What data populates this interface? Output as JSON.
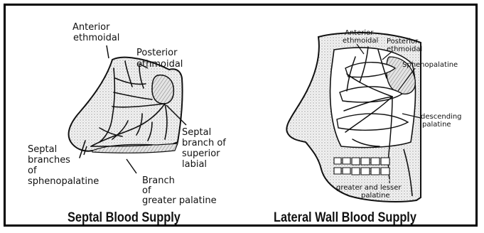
{
  "septal": {
    "caption": "Septal Blood Supply",
    "labels": {
      "anterior_ethmoidal_1": "Anterior",
      "anterior_ethmoidal_2": "ethmoidal",
      "posterior_ethmoidal_1": "Posterior",
      "posterior_ethmoidal_2": "ethmoidal",
      "septal_labial_1": "Septal",
      "septal_labial_2": "branch of",
      "septal_labial_3": "superior",
      "septal_labial_4": "labial",
      "septal_spheno_1": "Septal",
      "septal_spheno_2": "branches",
      "septal_spheno_3": "of",
      "septal_spheno_4": "sphenopalatine",
      "greater_palatine_1": "Branch",
      "greater_palatine_2": "of",
      "greater_palatine_3": "greater palatine"
    }
  },
  "lateral": {
    "caption": "Lateral Wall Blood Supply",
    "labels": {
      "anterior_ethmoidal_1": "Anterior",
      "anterior_ethmoidal_2": "ethmoidal",
      "posterior_ethmoidal_1": "Posterior",
      "posterior_ethmoidal_2": "ethmoidal",
      "sphenopalatine": "Sphenopalatine",
      "descending_palatine_1": "descending",
      "descending_palatine_2": "palatine",
      "greater_lesser_1": "greater and lesser",
      "greater_lesser_2": "palatine"
    }
  }
}
